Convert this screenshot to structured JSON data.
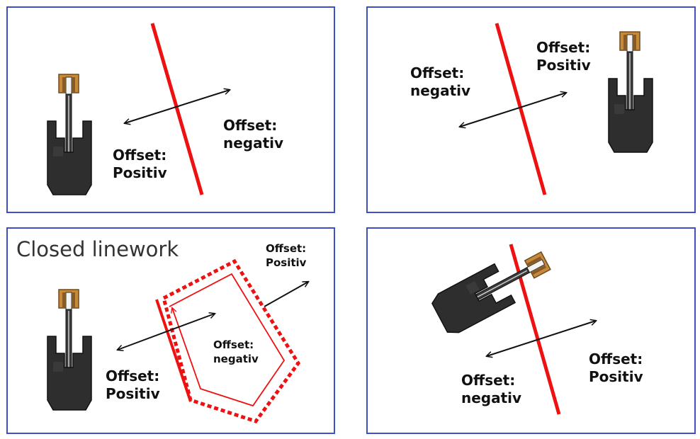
{
  "panels": [
    {
      "labels": [
        {
          "line1": "Offset:",
          "line2": "Positiv"
        },
        {
          "line1": "Offset:",
          "line2": "negativ"
        }
      ]
    },
    {
      "labels": [
        {
          "line1": "Offset:",
          "line2": "negativ"
        },
        {
          "line1": "Offset:",
          "line2": "Positiv"
        }
      ]
    },
    {
      "title": "Closed linework",
      "labels": [
        {
          "line1": "Offset:",
          "line2": "Positiv"
        },
        {
          "line1": "Offset:",
          "line2": "negativ"
        },
        {
          "line1": "Offset:",
          "line2": "Positiv"
        }
      ]
    },
    {
      "labels": [
        {
          "line1": "Offset:",
          "line2": "negativ"
        },
        {
          "line1": "Offset:",
          "line2": "Positiv"
        }
      ]
    }
  ],
  "colors": {
    "line": "#ee1111",
    "frame": "#3f4fc4",
    "arrow": "#111111",
    "machine": "#2e2e2e",
    "bucket": "#c68a3a"
  }
}
